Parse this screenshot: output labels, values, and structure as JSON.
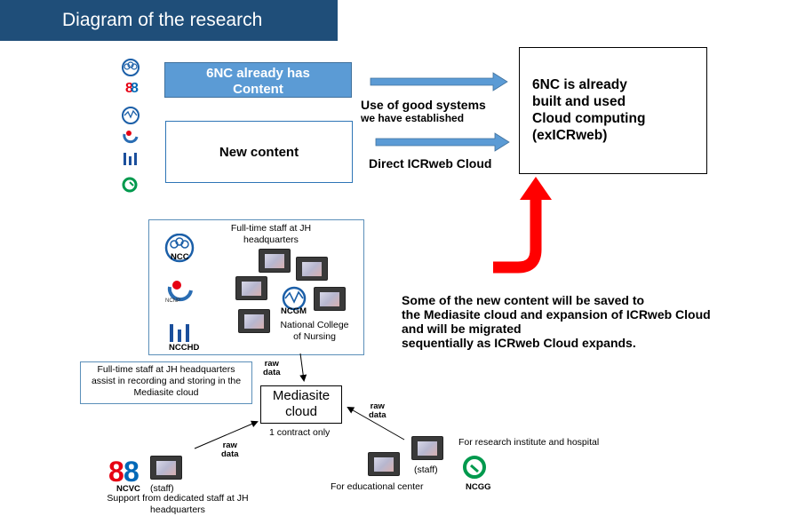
{
  "header": {
    "title": "Diagram of the research"
  },
  "top": {
    "existing_box": "6NC already has\nContent",
    "new_box": "New content",
    "arrow1_label_line1": "Use of good systems",
    "arrow1_label_line2": "we have established",
    "arrow2_label": "Direct ICRweb Cloud",
    "cloud_box": "6NC  is  already\nbuilt and used\nCloud computing\n(exICRweb)"
  },
  "logos": {
    "ncc": "NCC",
    "ncvc": "NCVC",
    "ncgm": "NCGM",
    "ncchd": "NCCHD",
    "ncgg": "NCGG",
    "ncnp": "NCNP"
  },
  "note": "Some of the new content will be saved to\nthe Mediasite cloud and  expansion of ICRweb Cloud\nand will be migrated\nsequentially as ICRweb Cloud expands.",
  "inner": {
    "staff_title": "Full-time staff at JH\nheadquarters",
    "college": "National College\nof Nursing"
  },
  "staff_box": "Full-time staff at JH headquarters\nassist in recording and storing in the\nMediasite cloud",
  "raw_data": "raw\ndata",
  "mediasite": {
    "title": "Mediasite\ncloud",
    "contract": "1 contract only"
  },
  "bottom": {
    "staff": "(staff)",
    "support": "Support from dedicated staff at JH\nheadquarters",
    "educational": "For educational center",
    "research": "For research institute and hospital"
  },
  "colors": {
    "title_bg": "#1f4e79",
    "blue_box": "#5b9bd5",
    "arrow_blue": "#5b9bd5",
    "arrow_red": "#ff0000",
    "ncvc_red": "#e60012",
    "ncvc_blue": "#0068b7",
    "ncgg_green": "#00994d"
  }
}
